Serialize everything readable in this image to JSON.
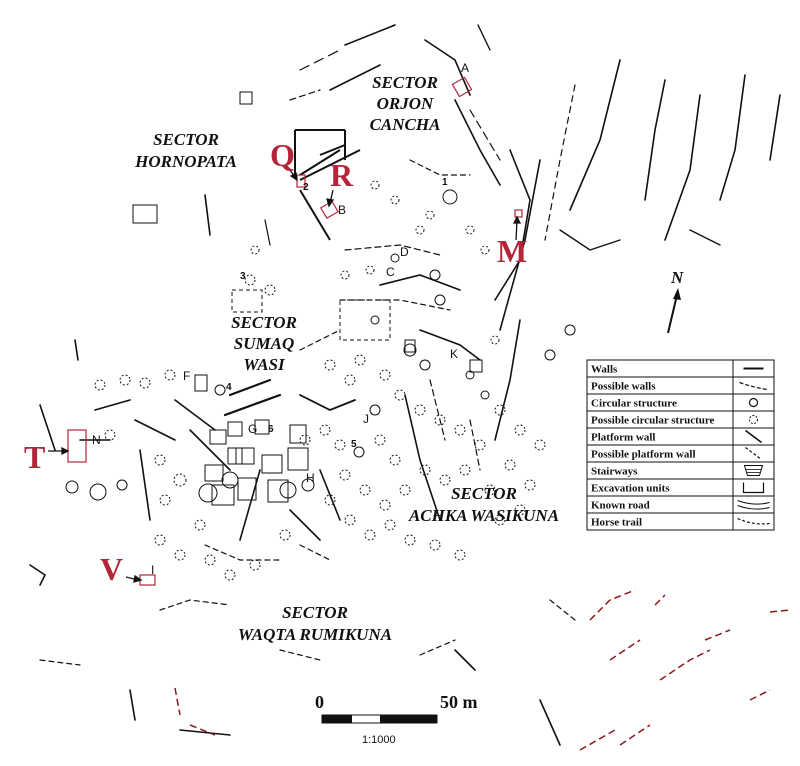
{
  "sectors": [
    {
      "lines": [
        "SECTOR",
        "ORJON",
        "CANCHA"
      ]
    },
    {
      "lines": [
        "SECTOR",
        "HORNOPATA"
      ]
    },
    {
      "lines": [
        "SECTOR",
        "SUMAQ",
        "WASI"
      ]
    },
    {
      "lines": [
        "SECTOR",
        "ACHKA WASIKUNA"
      ]
    },
    {
      "lines": [
        "SECTOR",
        "WAQTA RUMIKUNA"
      ]
    }
  ],
  "excavation_labels": [
    "Q",
    "R",
    "M",
    "T",
    "V"
  ],
  "unit_letters": [
    "A",
    "B",
    "C",
    "D",
    "F",
    "G",
    "H",
    "I",
    "J",
    "K",
    "N"
  ],
  "unit_numbers": [
    "1",
    "2",
    "3",
    "4",
    "5",
    "6"
  ],
  "north_label": "N",
  "legend": [
    {
      "label": "Walls",
      "symbol": "wall"
    },
    {
      "label": "Possible walls",
      "symbol": "possible-wall"
    },
    {
      "label": "Circular structure",
      "symbol": "circle"
    },
    {
      "label": "Possible circular structure",
      "symbol": "possible-circle"
    },
    {
      "label": "Platform wall",
      "symbol": "platform-wall"
    },
    {
      "label": "Possible platform wall",
      "symbol": "possible-platform-wall"
    },
    {
      "label": "Stairways",
      "symbol": "stairway"
    },
    {
      "label": "Excavation units",
      "symbol": "excavation-unit"
    },
    {
      "label": "Known road",
      "symbol": "known-road"
    },
    {
      "label": "Horse trail",
      "symbol": "horse-trail"
    }
  ],
  "scale": {
    "start_label": "0",
    "end_label": "50 m",
    "ratio": "1:1000"
  },
  "colors": {
    "excavation_label": "#b3263a",
    "ink": "#111111",
    "trail": "#8b1a1a"
  }
}
